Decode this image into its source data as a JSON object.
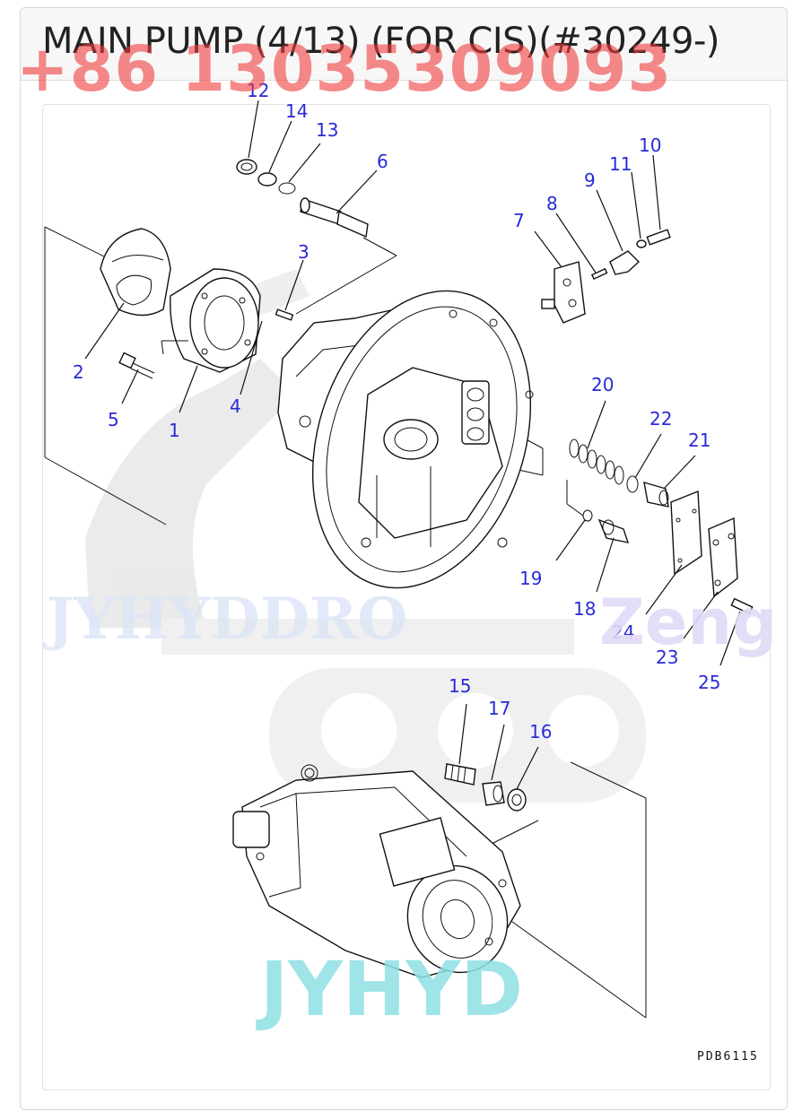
{
  "header": {
    "title": "MAIN PUMP (4/13) (FOR CIS)(#30249-)",
    "phone_watermark": "+86 13035309093"
  },
  "diagram": {
    "callouts": [
      "12",
      "14",
      "13",
      "6",
      "3",
      "2",
      "5",
      "1",
      "4",
      "7",
      "8",
      "9",
      "11",
      "10",
      "20",
      "22",
      "21",
      "19",
      "18",
      "24",
      "23",
      "25",
      "15",
      "17",
      "16"
    ],
    "drawing_code": "PDB6115",
    "watermarks": {
      "brand_mid": "JYHYDDRO",
      "brand_right": "Zeng",
      "brand_bottom": "JYHYD"
    }
  },
  "colors": {
    "callout": "#2a2ad8",
    "phone_watermark": "#f03c3c",
    "watermark_blue": "#dde6f7",
    "watermark_teal": "#8fe0e3"
  }
}
